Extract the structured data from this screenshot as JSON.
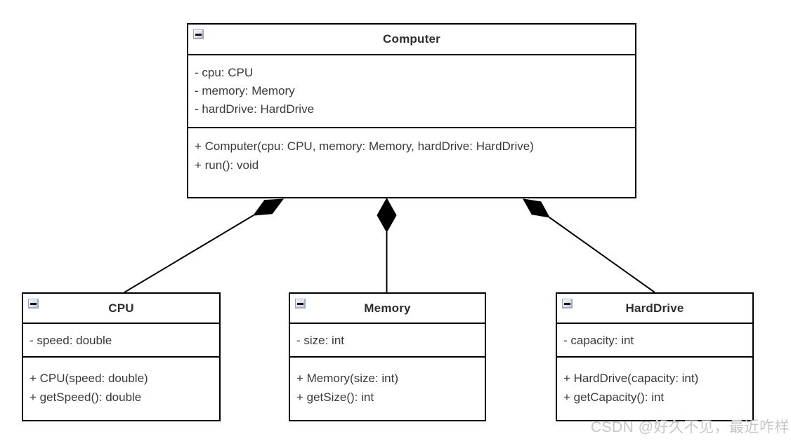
{
  "classes": {
    "computer": {
      "name": "Computer",
      "attributes": [
        "- cpu: CPU",
        "- memory: Memory",
        "- hardDrive: HardDrive"
      ],
      "methods": [
        "+ Computer(cpu: CPU, memory: Memory, hardDrive: HardDrive)",
        "+ run(): void"
      ]
    },
    "cpu": {
      "name": "CPU",
      "attributes": [
        "- speed: double"
      ],
      "methods": [
        "+ CPU(speed: double)",
        "+ getSpeed(): double"
      ]
    },
    "memory": {
      "name": "Memory",
      "attributes": [
        "- size: int"
      ],
      "methods": [
        "+ Memory(size: int)",
        "+ getSize(): int"
      ]
    },
    "harddrive": {
      "name": "HardDrive",
      "attributes": [
        "- capacity: int"
      ],
      "methods": [
        "+ HardDrive(capacity: int)",
        "+ getCapacity(): int"
      ]
    }
  },
  "relations": [
    {
      "type": "composition",
      "from": "Computer",
      "to": "CPU"
    },
    {
      "type": "composition",
      "from": "Computer",
      "to": "Memory"
    },
    {
      "type": "composition",
      "from": "Computer",
      "to": "HardDrive"
    }
  ],
  "collapse_icon": "minus",
  "watermark": "CSDN @好久不见，最近咋样",
  "colors": {
    "background": "#ffffff",
    "border": "#000000",
    "text": "#3a3a3a",
    "title_text": "#2d2d2d",
    "watermark": "#c7c7c7"
  }
}
